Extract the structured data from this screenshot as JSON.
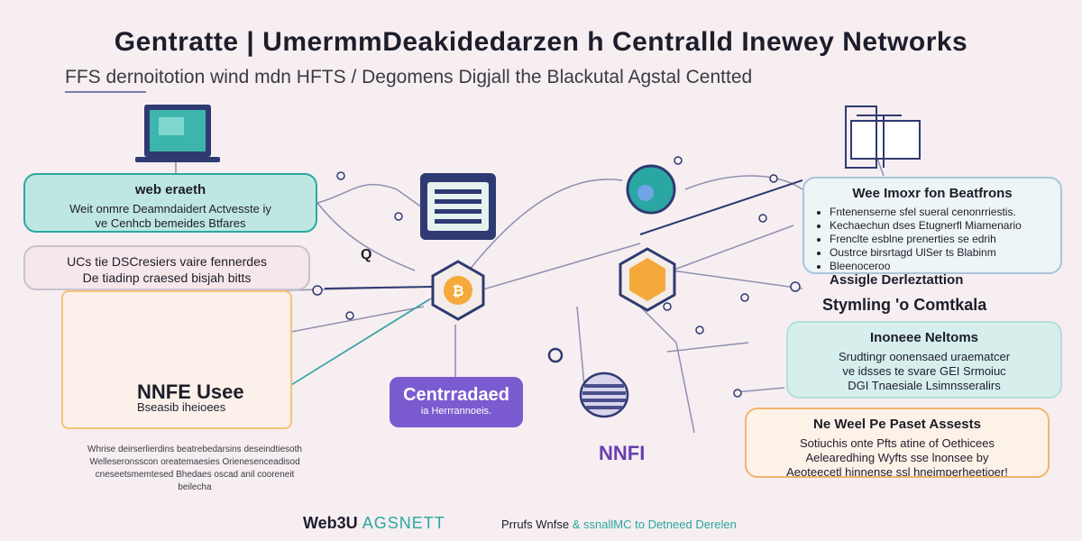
{
  "header": {
    "title": "Gentratte | UmermmDeakidedarzen h Centralld Inewey Networks",
    "subtitle": "FFS dernoitotion wind mdn HFTS / Degomens Digjall the Blackutal Agstal Centted"
  },
  "left": {
    "web_search": {
      "title": "web eraeth",
      "lines": [
        "Weit onmre Deamndaidert Actvesste iy",
        "ve Cenhcb bemeides Btfares"
      ]
    },
    "features": {
      "lines": [
        "UCs tie DSCresiers vaire fennerdes",
        "De tiadinp craesed bisjah bitts"
      ]
    },
    "nft_usage": {
      "title": "NNFE Usee",
      "subtitle": "Bseasib iheioees"
    },
    "footnote": "Whrise deirserlierdins beatrebedarsins deseindtiesoth Welleseronsscon oreatemaesies Orienesenceadisod cneseetsmemtesed Bhedaes oscad anil cooreneit beilecha"
  },
  "center": {
    "centralized": {
      "title": "Centrradaed",
      "subtitle": "ia Herrrannoeis."
    },
    "q_label": "Q",
    "nft_label": "NNFI"
  },
  "right": {
    "web_information": {
      "title": "Wee Imoxr fon Beatfrons",
      "items": [
        "Fntenenserne sfel sueral cenonrriestis.",
        "Kechaechun dses Etugnerfl Miamenario",
        "Frenclte esblne prenerties se edrih",
        "Oustrce birsrtagd UlSer ts Blabinm",
        "Bleenoceroo"
      ]
    },
    "assigned": "Assigle Derleztattion",
    "simplifying": "Stymling 'o Comtkala",
    "incentives": {
      "title": "Inoneee Neltoms",
      "lines": [
        "Srudtingr oonensaed uraematcer",
        "ve idsses te svare GEI Srmoiuc",
        "DGI Tnaesiale Lsimnsseralirs"
      ]
    },
    "new_asset": {
      "title": "Ne Weel Pe Paset Assests",
      "lines": [
        "Sotiuchis onte Pfts atine of Oethicees",
        "Aelearedhing Wyfts sse lnonsee by",
        "Aeoteecetl hinnense ssl hneimperheetioer!"
      ]
    }
  },
  "footer": {
    "brand_primary": "Web3U",
    "brand_secondary": "AGSNETT",
    "text_primary": "Prrufs Wnfse",
    "text_amp": "&",
    "text_secondary": "ssnallMC to Detneed Derelen"
  },
  "colors": {
    "background": "#f6eef0",
    "teal": "#2aa7a2",
    "purple": "#7b5bd0",
    "orange": "#f2b56b",
    "navy": "#2f3a72"
  },
  "icons": [
    "monitor-icon",
    "document-icon",
    "globe-icon",
    "bitcoin-icon",
    "hexagon-token-icon",
    "coin-stack-icon",
    "device-icon"
  ]
}
